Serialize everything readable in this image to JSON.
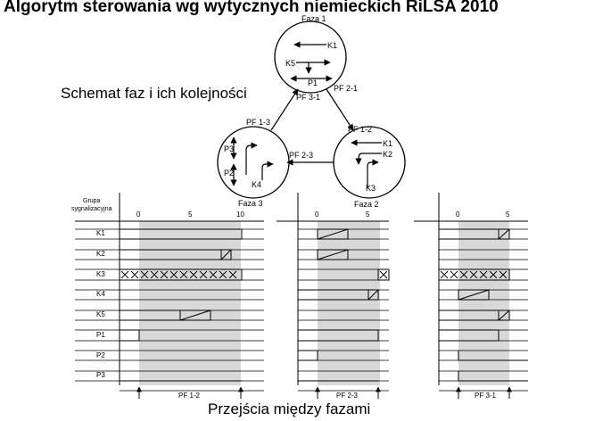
{
  "title": "Algorytm sterowania wg wytycznych niemieckich RiLSA 2010",
  "subtitle": "Schemat faz i ich kolejności",
  "footer": "Przejścia między fazami",
  "phase_diagram": {
    "phases": [
      {
        "name": "Faza 1",
        "labels": [
          "K1",
          "K5",
          "P1"
        ]
      },
      {
        "name": "Faza 2",
        "labels": [
          "K1",
          "K2",
          "K3"
        ]
      },
      {
        "name": "Faza 3",
        "labels": [
          "P3",
          "P2",
          "K4"
        ]
      }
    ],
    "transitions": [
      "PF 2-1",
      "PF 3-1",
      "PF 1-2",
      "PF 1-3",
      "PF 2-3"
    ]
  },
  "timing": {
    "group_header": "Grupa sygnalizacyjna",
    "groups": [
      "K1",
      "K2",
      "K3",
      "K4",
      "K5",
      "P1",
      "P2",
      "P3"
    ],
    "panels": [
      {
        "transition": "PF 1-2",
        "axis_ticks": [
          "0",
          "5",
          "10"
        ]
      },
      {
        "transition": "PF 2-3",
        "axis_ticks": [
          "0",
          "5"
        ]
      },
      {
        "transition": "PF 3-1",
        "axis_ticks": [
          "0",
          "5"
        ]
      }
    ]
  }
}
